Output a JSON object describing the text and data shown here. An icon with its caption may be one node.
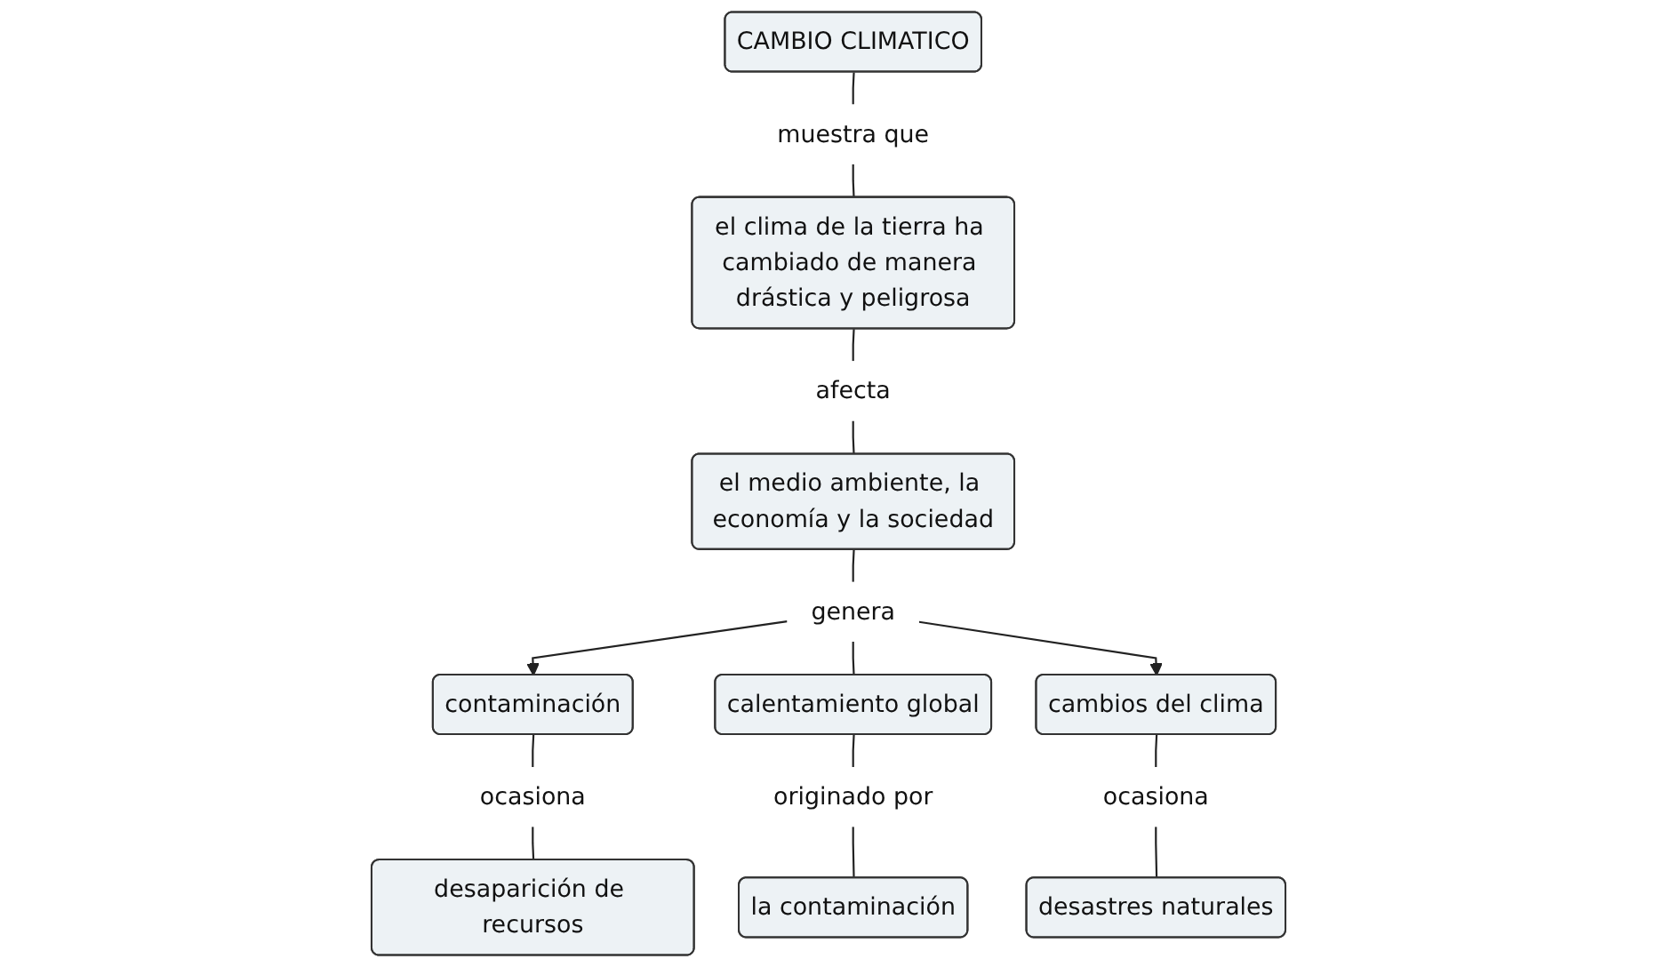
{
  "diagram": {
    "nodes": [
      {
        "text": [
          "CAMBIO CLIMATICO"
        ]
      },
      {
        "text": [
          "muestra que"
        ]
      },
      {
        "text": [
          "el clima de la tierra ha cambiado de manera drástica y peligrosa"
        ]
      },
      {
        "text": [
          "afecta"
        ]
      },
      {
        "text": [
          "el medio ambiente, la economía y la sociedad"
        ]
      },
      {
        "text": [
          "genera"
        ]
      },
      {
        "text": [
          "contaminación"
        ]
      },
      {
        "text": [
          "calentamiento global"
        ]
      },
      {
        "text": [
          "cambios del clima"
        ]
      },
      {
        "text": [
          "ocasiona"
        ]
      },
      {
        "text": [
          "originado por"
        ]
      },
      {
        "text": [
          "ocasiona"
        ]
      },
      {
        "text": [
          "desaparición de recursos"
        ]
      },
      {
        "text": [
          "la contaminación"
        ]
      },
      {
        "text": [
          "desastres naturales"
        ]
      }
    ],
    "edges": [
      {
        "from": 0,
        "to": 1,
        "arrow": "none"
      },
      {
        "from": 1,
        "to": 2,
        "arrow": "none"
      },
      {
        "from": 2,
        "to": 3,
        "arrow": "none"
      },
      {
        "from": 3,
        "to": 4,
        "arrow": "none"
      },
      {
        "from": 4,
        "to": 5,
        "arrow": "none"
      },
      {
        "from": 5,
        "to": 6,
        "arrow": "to"
      },
      {
        "from": 5,
        "to": 7,
        "arrow": "none"
      },
      {
        "from": 5,
        "to": 8,
        "arrow": "to"
      },
      {
        "from": 6,
        "to": 9,
        "arrow": "none"
      },
      {
        "from": 9,
        "to": 12,
        "arrow": "none"
      },
      {
        "from": 7,
        "to": 10,
        "arrow": "none"
      },
      {
        "from": 10,
        "to": 13,
        "arrow": "none"
      },
      {
        "from": 8,
        "to": 11,
        "arrow": "none"
      },
      {
        "from": 11,
        "to": 14,
        "arrow": "none"
      }
    ]
  }
}
